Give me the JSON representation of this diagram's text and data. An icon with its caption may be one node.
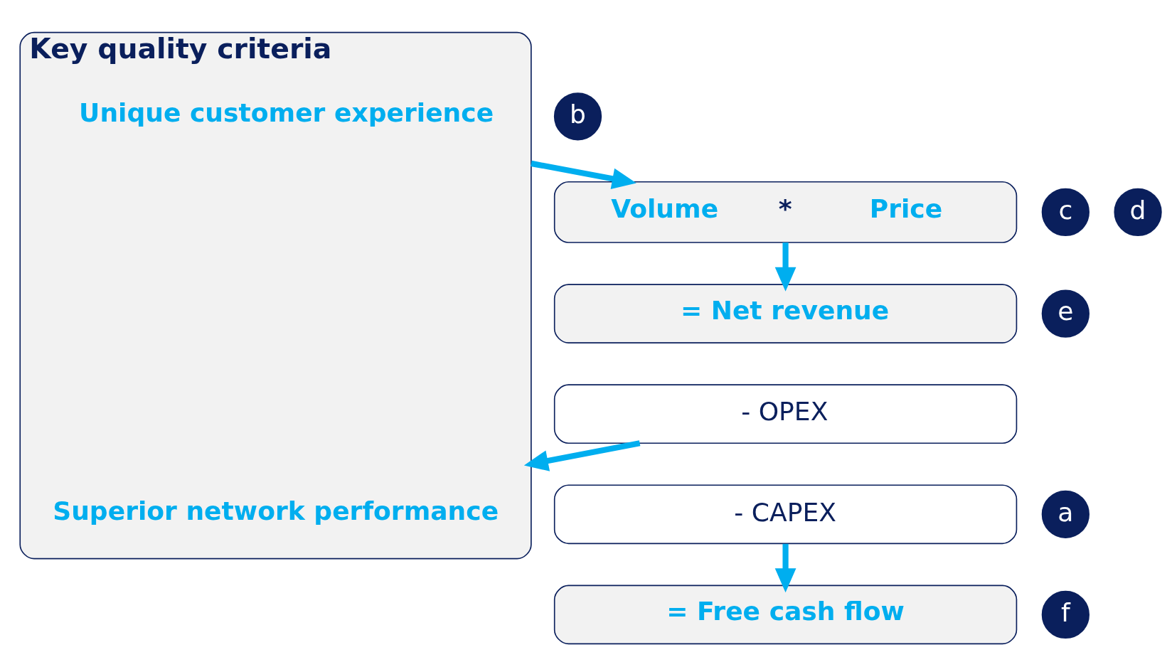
{
  "diagram": {
    "nodes": [
      {
        "text": [
          "Key quality criteria"
        ]
      },
      {
        "text": [
          "b"
        ]
      },
      {
        "text": [
          "Unique customer experience"
        ],
        "in": 0
      },
      {
        "text": [
          "a"
        ]
      },
      {
        "text": [
          "Superior network performance"
        ],
        "in": 0
      },
      {
        "text": [
          "c"
        ]
      },
      {
        "text": [
          "d"
        ]
      },
      {
        "text": [
          "Volume",
          "*",
          "Price"
        ]
      },
      {
        "text": [
          "= Net revenue"
        ]
      },
      {
        "text": [
          "e"
        ]
      },
      {
        "text": [
          "- OPEX"
        ]
      },
      {
        "text": [
          "- CAPEX"
        ]
      },
      {
        "text": [
          "= Free cash flow"
        ]
      },
      {
        "text": [
          "f"
        ]
      }
    ],
    "edges": [
      {
        "from": 0,
        "to": 7,
        "arrow": "to"
      },
      {
        "from": 7,
        "to": 8,
        "arrow": "to"
      },
      {
        "from": 10,
        "to": 0,
        "arrow": "to"
      },
      {
        "from": 11,
        "to": 12,
        "arrow": "to"
      }
    ]
  }
}
